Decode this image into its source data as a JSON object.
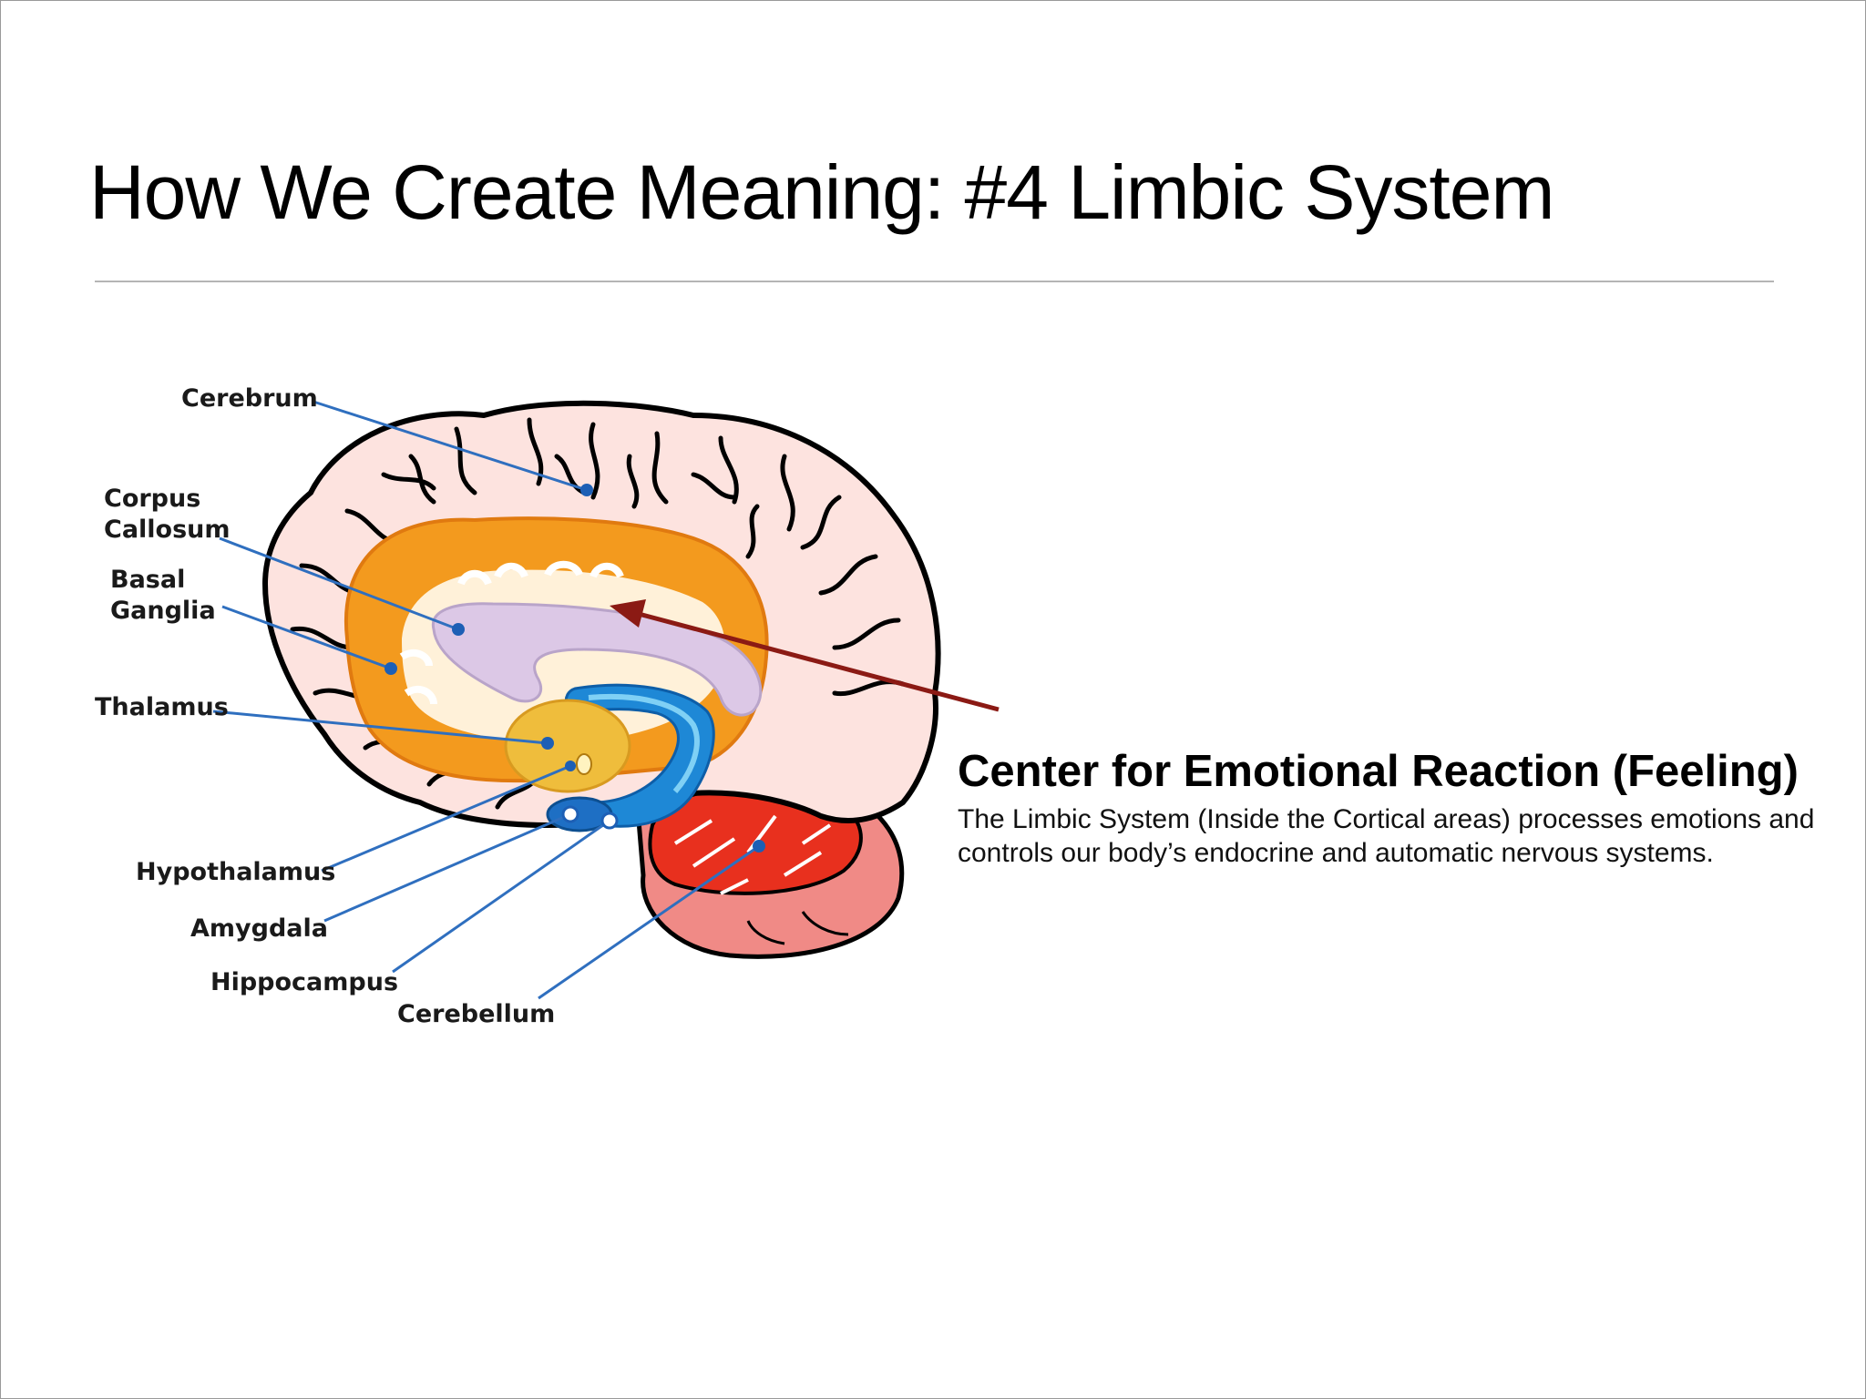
{
  "slide": {
    "title": "How We Create Meaning: #4 Limbic System"
  },
  "diagram": {
    "labels": {
      "cerebrum": "Cerebrum",
      "corpus_callosum_1": "Corpus",
      "corpus_callosum_2": "Callosum",
      "basal_ganglia_1": "Basal",
      "basal_ganglia_2": "Ganglia",
      "thalamus": "Thalamus",
      "hypothalamus": "Hypothalamus",
      "amygdala": "Amygdala",
      "hippocampus": "Hippocampus",
      "cerebellum": "Cerebellum"
    },
    "colors": {
      "cerebrum": "#fde3df",
      "corpus_callosum": "#f39a1e",
      "fornix": "#dcc8e6",
      "thalamus": "#efbd3c",
      "hippocampus": "#1e88d6",
      "cerebellum": "#e8301e",
      "brainstem": "#f08a86",
      "leader_lines": "#2f6fbf",
      "pointer_arrow": "#8b1a14"
    }
  },
  "callout": {
    "heading": "Center for Emotional Reaction (Feeling)",
    "body": "The Limbic System (Inside the Cortical areas) processes emotions and controls our body’s endocrine and automatic nervous systems."
  }
}
